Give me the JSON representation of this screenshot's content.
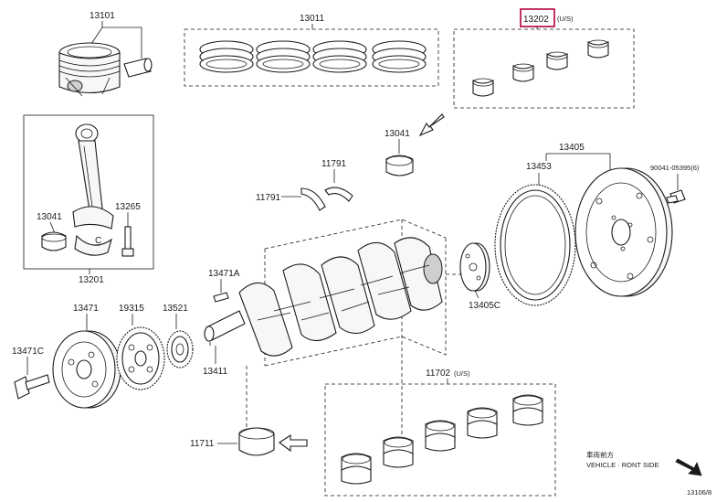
{
  "labels": {
    "p13101": "13101",
    "p13011": "13011",
    "p13202": "13202",
    "p13202_note": "(U/S)",
    "p13041_top": "13041",
    "p13041_rod": "13041",
    "p13265": "13265",
    "p13201": "13201",
    "p11791_a": "11791",
    "p11791_b": "11791",
    "p13405": "13405",
    "p13453": "13453",
    "p90041": "90041-05395(6)",
    "p13471A": "13471A",
    "p13471": "13471",
    "p19315": "19315",
    "p13521": "13521",
    "p13471C": "13471C",
    "p13411": "13411",
    "p13405C": "13405C",
    "p11702": "11702",
    "p11702_note": "(U/S)",
    "p11711": "11711",
    "rod_mark": "C",
    "front_jp": "車両前方",
    "front_en": "VEHICLE · RONT SIDE",
    "code": "13106/8"
  },
  "colors": {
    "line": "#1a1a1a",
    "highlight": "#b0003a",
    "fill": "#f7f7f7"
  },
  "icons": {
    "arrow_top": "outline-arrow-icon",
    "arrow_bottom": "outline-arrow-icon",
    "front_arrow": "solid-arrow-icon"
  }
}
